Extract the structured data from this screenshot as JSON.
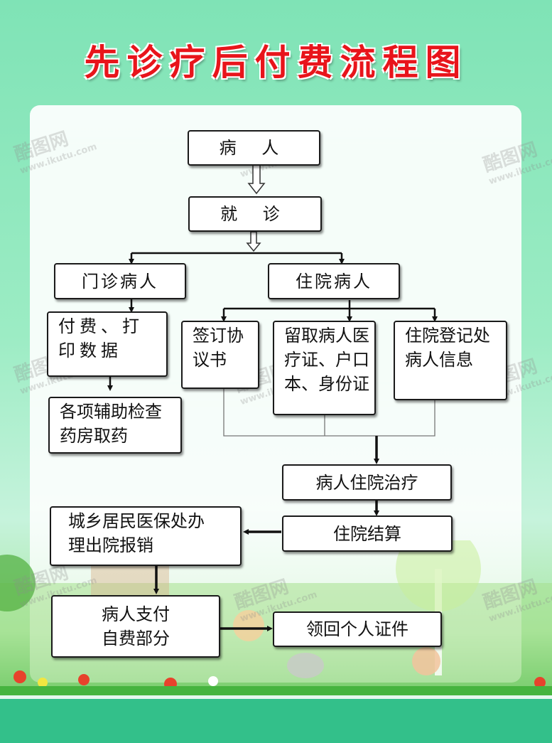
{
  "title": "先诊疗后付费流程图",
  "nodes": {
    "patient": "病 人",
    "consult": "就 诊",
    "outpatient": "门诊病人",
    "inpatient": "住院病人",
    "pay_print": [
      "付费、打",
      "印数据"
    ],
    "exam_pharmacy": [
      "各项辅助检查",
      "药房取药"
    ],
    "sign_agreement": [
      "签订协",
      "议书"
    ],
    "retain_docs": [
      "留取病人医",
      "疗证、户口",
      "本、身份证"
    ],
    "registration": [
      "住院登记处",
      "病人信息"
    ],
    "treatment": "病人住院治疗",
    "settlement": "住院结算",
    "insurance": [
      "城乡居民医保处办",
      "理出院报销"
    ],
    "self_pay": [
      "病人支付",
      "自费部分"
    ],
    "retrieve_docs": "领回个人证件"
  },
  "watermark": {
    "brand": "酷图网",
    "url": "www.ikutu.com"
  },
  "colors": {
    "title": "#e8141b",
    "background": "#8fe8bf",
    "box_border": "#1a1a1a",
    "bottom_bar": "#33c08a"
  }
}
